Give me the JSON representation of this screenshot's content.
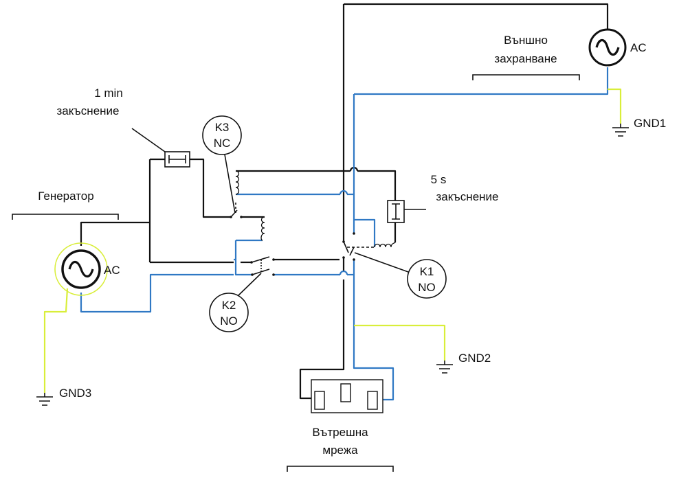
{
  "labels": {
    "external_power_line1": "Външно",
    "external_power_line2": "захранване",
    "ac_top": "AC",
    "gnd1": "GND1",
    "delay_1min_line1": "1 min",
    "delay_1min_line2": "закъснение",
    "k3_line1": "K3",
    "k3_line2": "NC",
    "delay_5s_line1": "5 s",
    "delay_5s_line2": "закъснение",
    "generator": "Генератор",
    "ac_gen": "AC",
    "k2_line1": "K2",
    "k2_line2": "NO",
    "k1_line1": "K1",
    "k1_line2": "NO",
    "gnd2": "GND2",
    "gnd3": "GND3",
    "internal_grid_line1": "Вътрешна",
    "internal_grid_line2": "мрежа"
  },
  "colors": {
    "line": "#111111",
    "neutral": "#2f78c4",
    "ground": "#d9ee3a",
    "background": "#ffffff"
  },
  "icons": [
    "ac-source-icon",
    "ground-icon",
    "relay-coil-icon",
    "timer-icon",
    "contact-switch-icon",
    "socket-icon"
  ]
}
